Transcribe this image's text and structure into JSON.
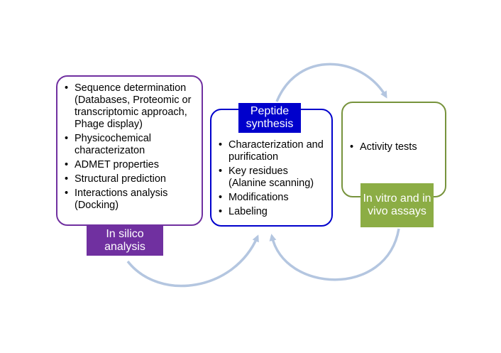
{
  "colors": {
    "silico": "#7030a0",
    "peptide": "#0000cc",
    "assay_border": "#77933c",
    "assay_label": "#8cad45",
    "arrow": "#b4c6e0"
  },
  "boxes": {
    "silico": {
      "items": [
        "Sequence determination (Databases, Proteomic or transcriptomic approach, Phage display)",
        "Physicochemical characterizaton",
        "ADMET properties",
        "Structural prediction",
        "Interactions analysis (Docking)"
      ],
      "label": "In silico analysis"
    },
    "peptide": {
      "items": [
        "Characterization and purification",
        "Key residues (Alanine scanning)",
        "Modifications",
        "Labeling"
      ],
      "label": "Peptide synthesis"
    },
    "assay": {
      "items": [
        "Activity tests"
      ],
      "label": "In vitro and in vivo assays"
    }
  }
}
